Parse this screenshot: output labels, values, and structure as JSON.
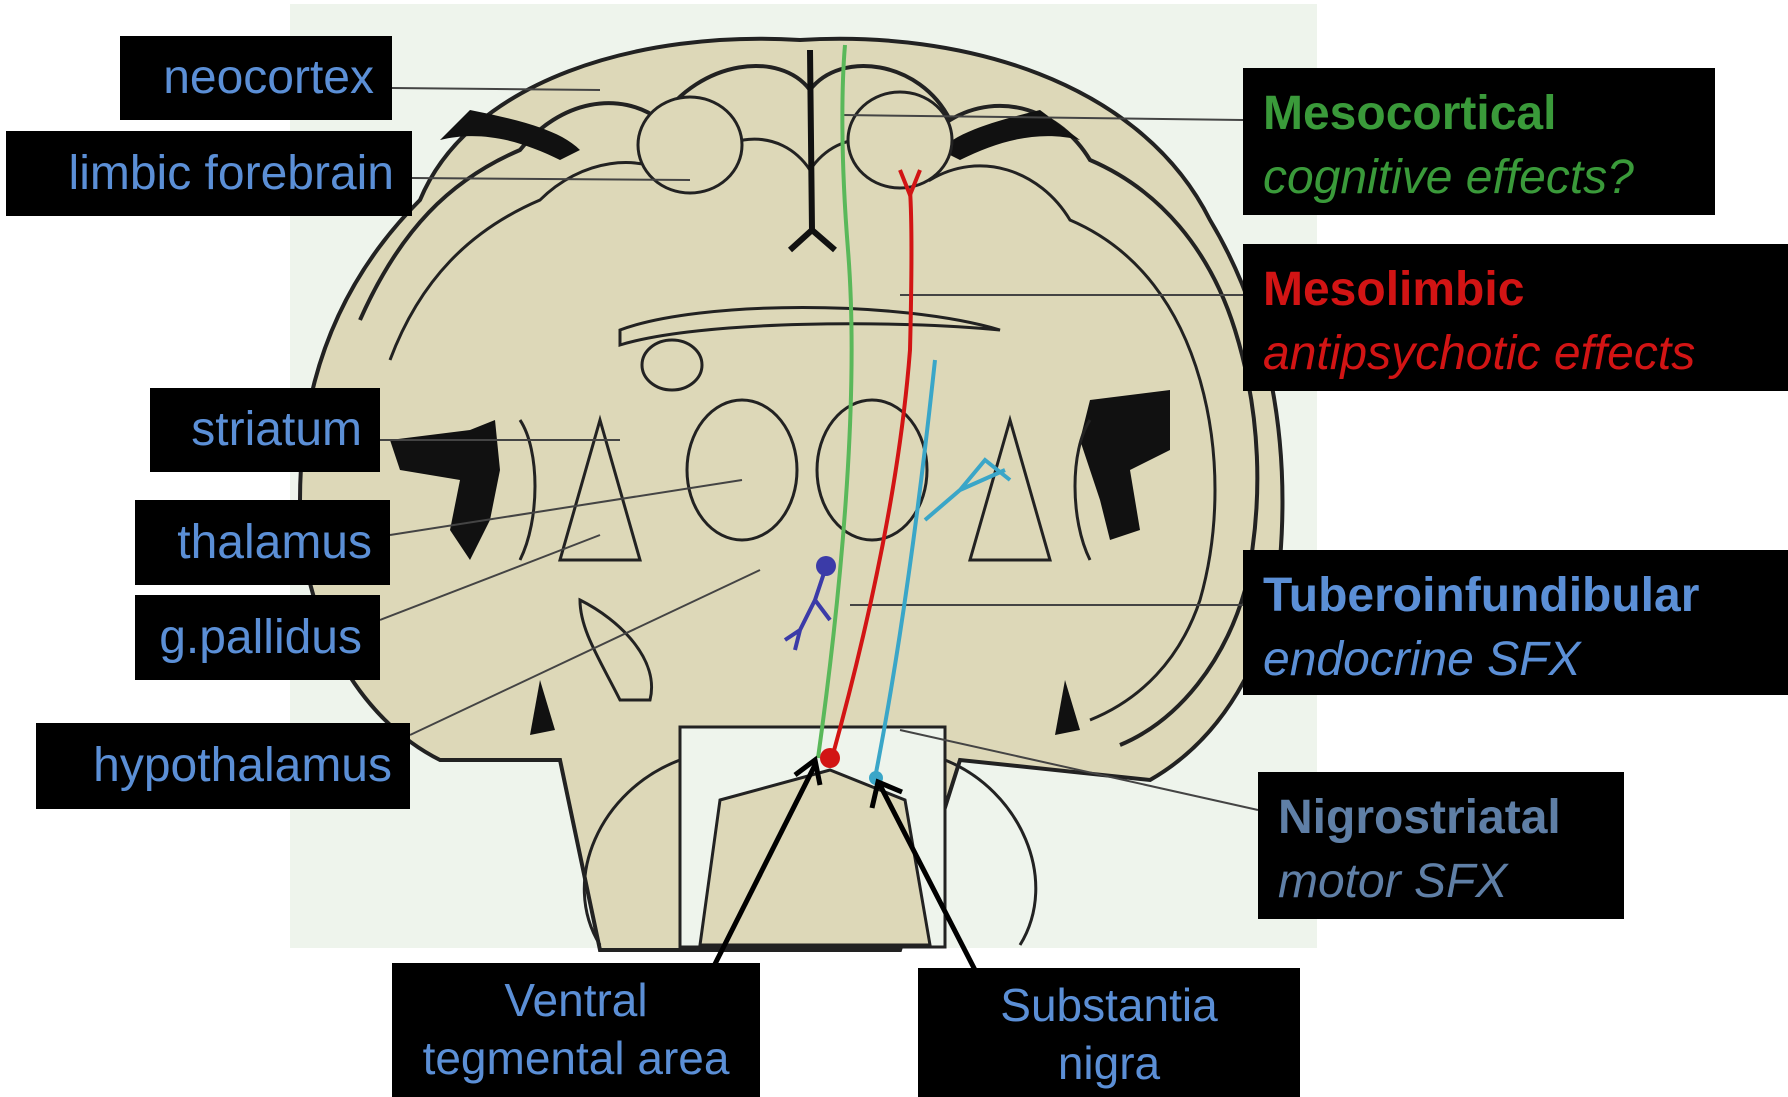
{
  "structure_labels": {
    "neocortex": "neocortex",
    "limbic_forebrain": "limbic forebrain",
    "striatum": "striatum",
    "thalamus": "thalamus",
    "globus_pallidus": "g.pallidus",
    "hypothalamus": "hypothalamus"
  },
  "pathways": {
    "mesocortical": {
      "title": "Mesocortical",
      "effect": "cognitive effects?",
      "color": "#3a9a3a"
    },
    "mesolimbic": {
      "title": "Mesolimbic",
      "effect": "antipsychotic effects",
      "color": "#d21414"
    },
    "tuberoinfundibular": {
      "title": "Tuberoinfundibular",
      "effect": "endocrine SFX",
      "color": "#5b8fd6"
    },
    "nigrostriatal": {
      "title": "Nigrostriatal",
      "effect": "motor SFX",
      "color": "#5f7fa6"
    }
  },
  "origins": {
    "vta_line1": "Ventral",
    "vta_line2": "tegmental area",
    "sn_line1": "Substantia",
    "sn_line2": "nigra"
  },
  "colors": {
    "label_background": "#000000",
    "structure_label_text": "#5b8fd6",
    "brain_tissue": "#ddd8b8",
    "tract_tuberoinfundibular": "#3b3ba8",
    "tract_nigrostriatal": "#3aa6c8"
  }
}
